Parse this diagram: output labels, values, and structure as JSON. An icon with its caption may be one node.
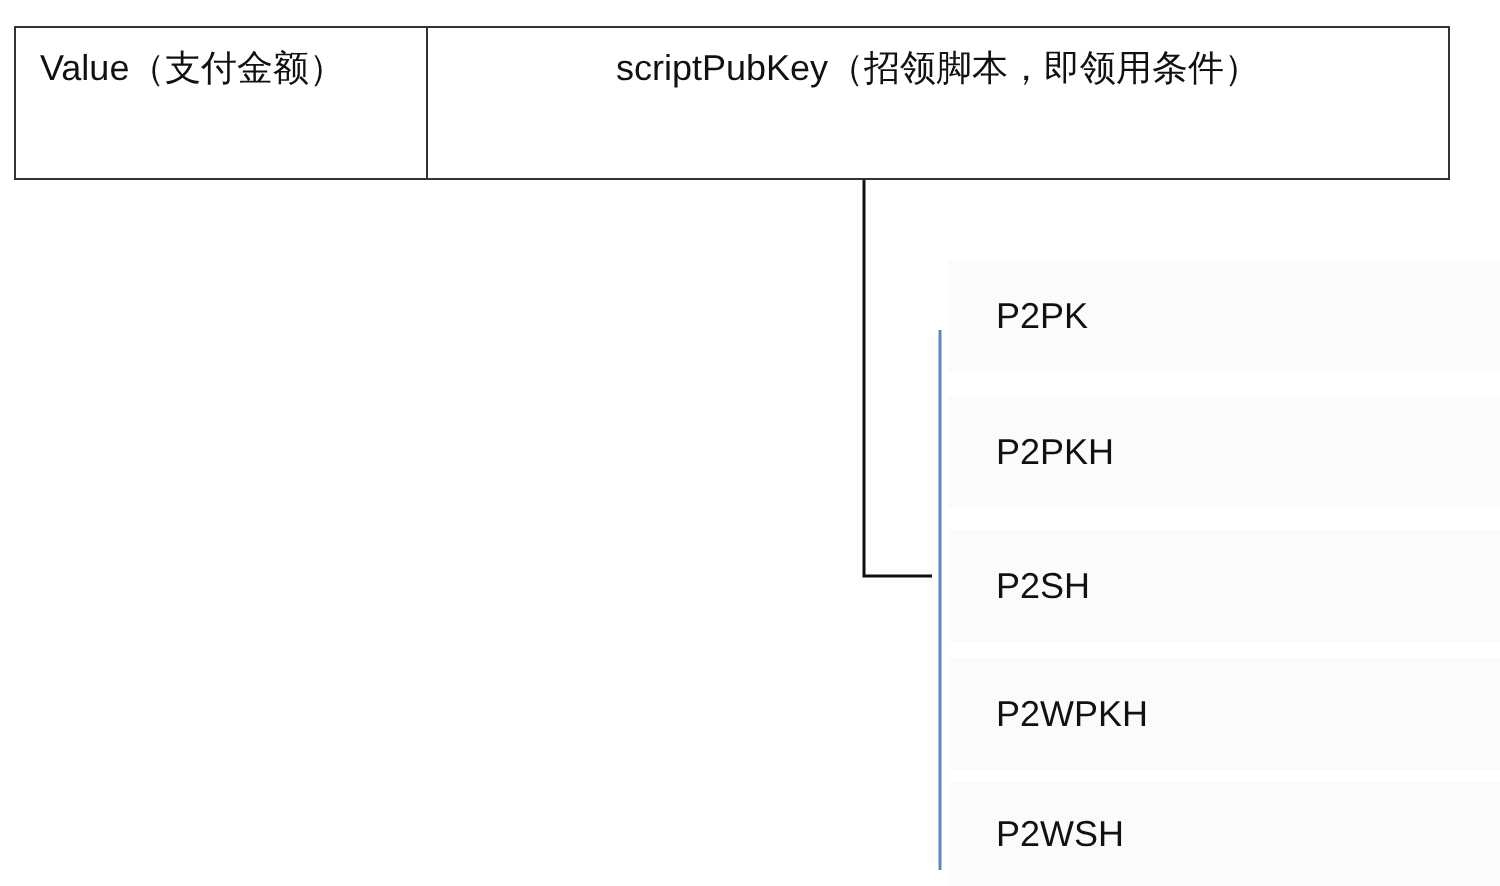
{
  "diagram": {
    "nodes": [
      {
        "text": [
          "Value（支付金额）"
        ]
      },
      {
        "text": [
          "scriptPubKey（招领脚本，即领用条件）"
        ]
      },
      {
        "text": [
          "P2PK"
        ]
      },
      {
        "text": [
          "P2PKH"
        ]
      },
      {
        "text": [
          "P2SH"
        ]
      },
      {
        "text": [
          "P2WPKH"
        ]
      },
      {
        "text": [
          "P2WSH"
        ]
      }
    ],
    "edges": [
      {
        "from": 1,
        "to": 4,
        "arrow": "none"
      }
    ]
  }
}
